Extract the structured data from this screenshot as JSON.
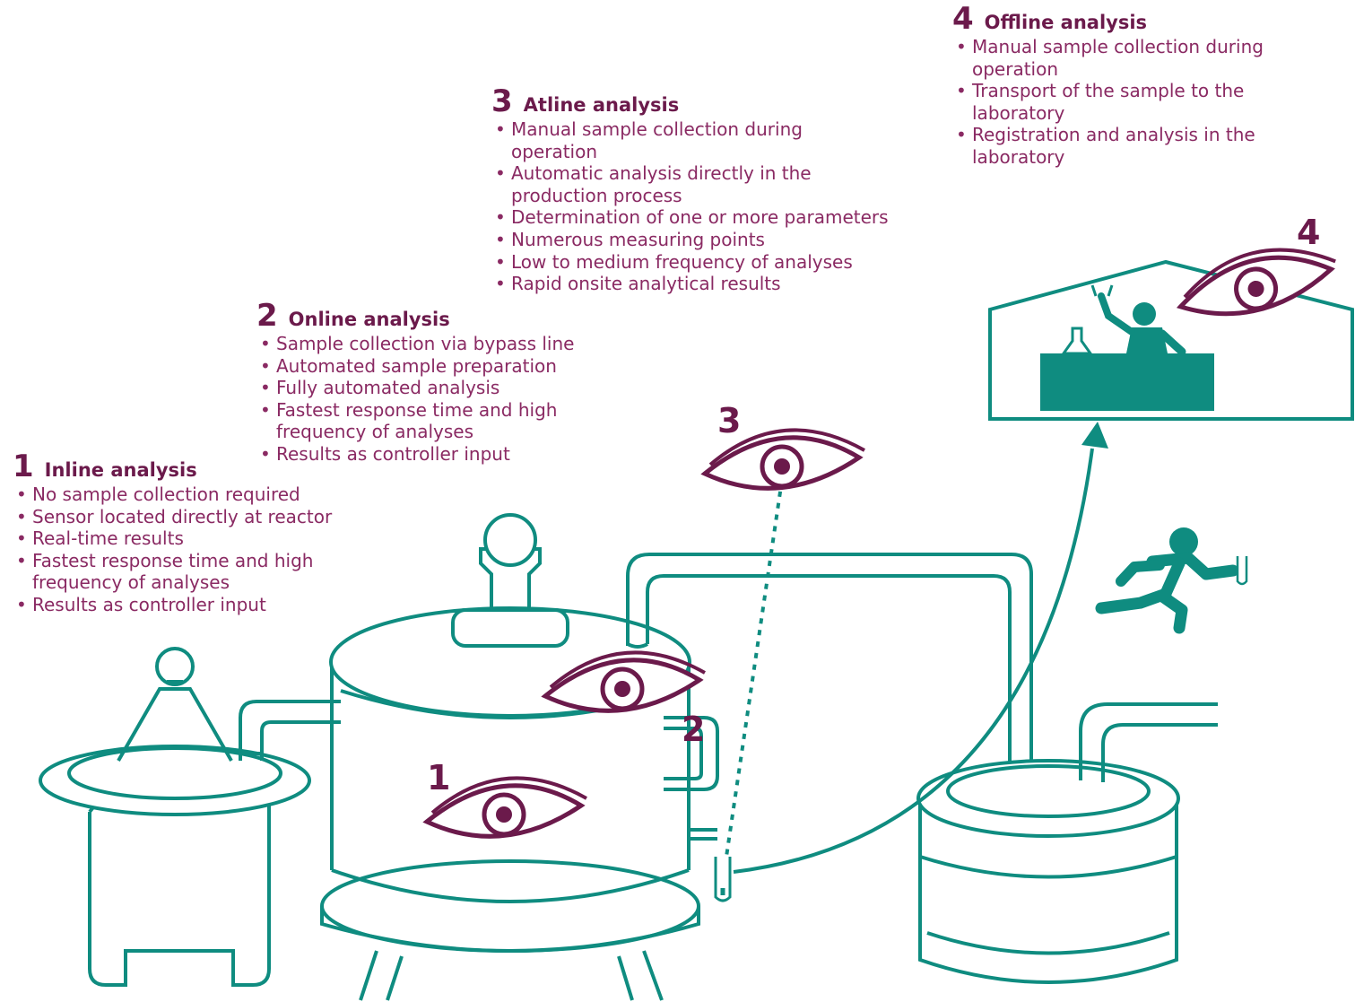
{
  "stages": [
    {
      "number": "1",
      "title": "Inline analysis",
      "points": [
        "No sample collection required",
        "Sensor located directly at reactor",
        "Real-time results",
        "Fastest response time and high frequency of analyses",
        "Results as controller input"
      ]
    },
    {
      "number": "2",
      "title": "Online analysis",
      "points": [
        "Sample collection via bypass line",
        "Automated sample preparation",
        "Fully automated analysis",
        "Fastest response time and high frequency of analyses",
        "Results as controller input"
      ]
    },
    {
      "number": "3",
      "title": "Atline analysis",
      "points": [
        "Manual sample collection during operation",
        "Automatic analysis directly in the production process",
        "Determination of one or more parameters",
        "Numerous measuring points",
        "Low to medium frequency of analyses",
        "Rapid onsite analytical results"
      ]
    },
    {
      "number": "4",
      "title": "Offline analysis",
      "points": [
        "Manual sample collection during operation",
        "Transport of the sample to the laboratory",
        "Registration and analysis in the laboratory"
      ]
    }
  ],
  "markers": [
    "1",
    "2",
    "3",
    "4"
  ],
  "icons": [
    "eye-icon",
    "running-person-icon",
    "laboratory-icon",
    "test-tube-icon",
    "reactor-vessel-icon"
  ],
  "colors": {
    "text": "#8a2a63",
    "heading": "#6b1a4b",
    "equipment": "#0f8c80"
  }
}
